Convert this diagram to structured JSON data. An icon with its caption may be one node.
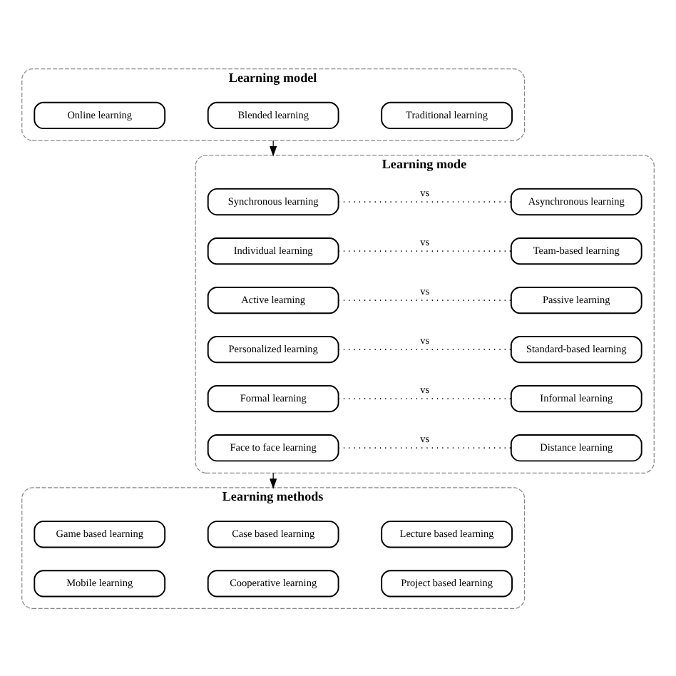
{
  "diagram": {
    "nodes": [
      {
        "text": [
          "Learning model"
        ]
      },
      {
        "text": [
          "Online learning"
        ],
        "in": 0
      },
      {
        "text": [
          "Blended learning"
        ],
        "in": 0
      },
      {
        "text": [
          "Traditional learning"
        ],
        "in": 0
      },
      {
        "text": [
          "Learning mode"
        ]
      },
      {
        "text": [
          "Synchronous learning"
        ],
        "in": 4
      },
      {
        "text": [
          "Asynchronous learning"
        ],
        "in": 4
      },
      {
        "text": [
          "Individual learning"
        ],
        "in": 4
      },
      {
        "text": [
          "Team-based learning"
        ],
        "in": 4
      },
      {
        "text": [
          "Active learning"
        ],
        "in": 4
      },
      {
        "text": [
          "Passive learning"
        ],
        "in": 4
      },
      {
        "text": [
          "Personalized learning"
        ],
        "in": 4
      },
      {
        "text": [
          "Standard-based learning"
        ],
        "in": 4
      },
      {
        "text": [
          "Formal learning"
        ],
        "in": 4
      },
      {
        "text": [
          "Informal learning"
        ],
        "in": 4
      },
      {
        "text": [
          "Face to face learning"
        ],
        "in": 4
      },
      {
        "text": [
          "Distance learning"
        ],
        "in": 4
      },
      {
        "text": [
          "Learning methods"
        ]
      },
      {
        "text": [
          "Game based learning"
        ],
        "in": 17
      },
      {
        "text": [
          "Case based learning"
        ],
        "in": 17
      },
      {
        "text": [
          "Lecture based learning"
        ],
        "in": 17
      },
      {
        "text": [
          "Mobile learning"
        ],
        "in": 17
      },
      {
        "text": [
          "Cooperative learning"
        ],
        "in": 17
      },
      {
        "text": [
          "Project based learning"
        ],
        "in": 17
      }
    ],
    "edges": [
      {
        "from": 0,
        "to": 4,
        "arrow": "to"
      },
      {
        "from": 5,
        "to": 6,
        "arrow": "none",
        "label": "vs",
        "style": "dashed"
      },
      {
        "from": 7,
        "to": 8,
        "arrow": "none",
        "label": "vs",
        "style": "dashed"
      },
      {
        "from": 9,
        "to": 10,
        "arrow": "none",
        "label": "vs",
        "style": "dashed"
      },
      {
        "from": 11,
        "to": 12,
        "arrow": "none",
        "label": "vs",
        "style": "dashed"
      },
      {
        "from": 13,
        "to": 14,
        "arrow": "none",
        "label": "vs",
        "style": "dashed"
      },
      {
        "from": 15,
        "to": 16,
        "arrow": "none",
        "label": "vs",
        "style": "dashed"
      },
      {
        "from": 4,
        "to": 17,
        "arrow": "to"
      }
    ]
  }
}
